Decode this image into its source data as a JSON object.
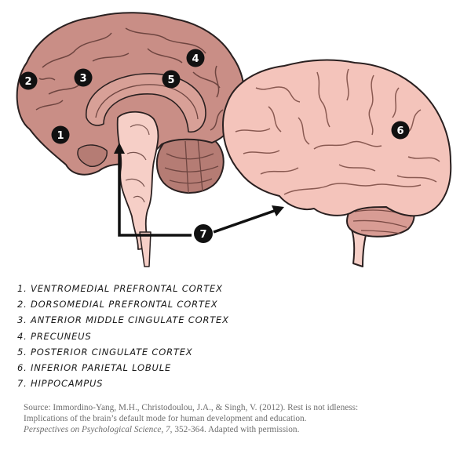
{
  "markers": [
    "1",
    "2",
    "3",
    "4",
    "5",
    "6",
    "7"
  ],
  "legend": [
    "1. VENTROMEDIAL PREFRONTAL CORTEX",
    "2. DORSOMEDIAL PREFRONTAL CORTEX",
    "3. ANTERIOR MIDDLE CINGULATE CORTEX",
    "4. PRECUNEUS",
    "5. POSTERIOR CINGULATE CORTEX",
    "6. INFERIOR PARIETAL LOBULE",
    "7. HIPPOCAMPUS"
  ],
  "source": {
    "line1": "Source: Immordino-Yang, M.H., Christodoulou, J.A., & Singh, V. (2012). Rest is not idleness:",
    "line2": "Implications of the brain’s default mode for human development and education.",
    "journal": "Perspectives on Psychological Science",
    "sep": ", ",
    "volume": "7",
    "rest": ", 352-364. Adapted with permission."
  },
  "colors": {
    "medial_brain": "#c98e86",
    "lateral_brain": "#f4c4bb",
    "brainstem": "#f6cfc7",
    "outline": "#2a2020",
    "marker": "#111111",
    "arrow": "#111111"
  }
}
